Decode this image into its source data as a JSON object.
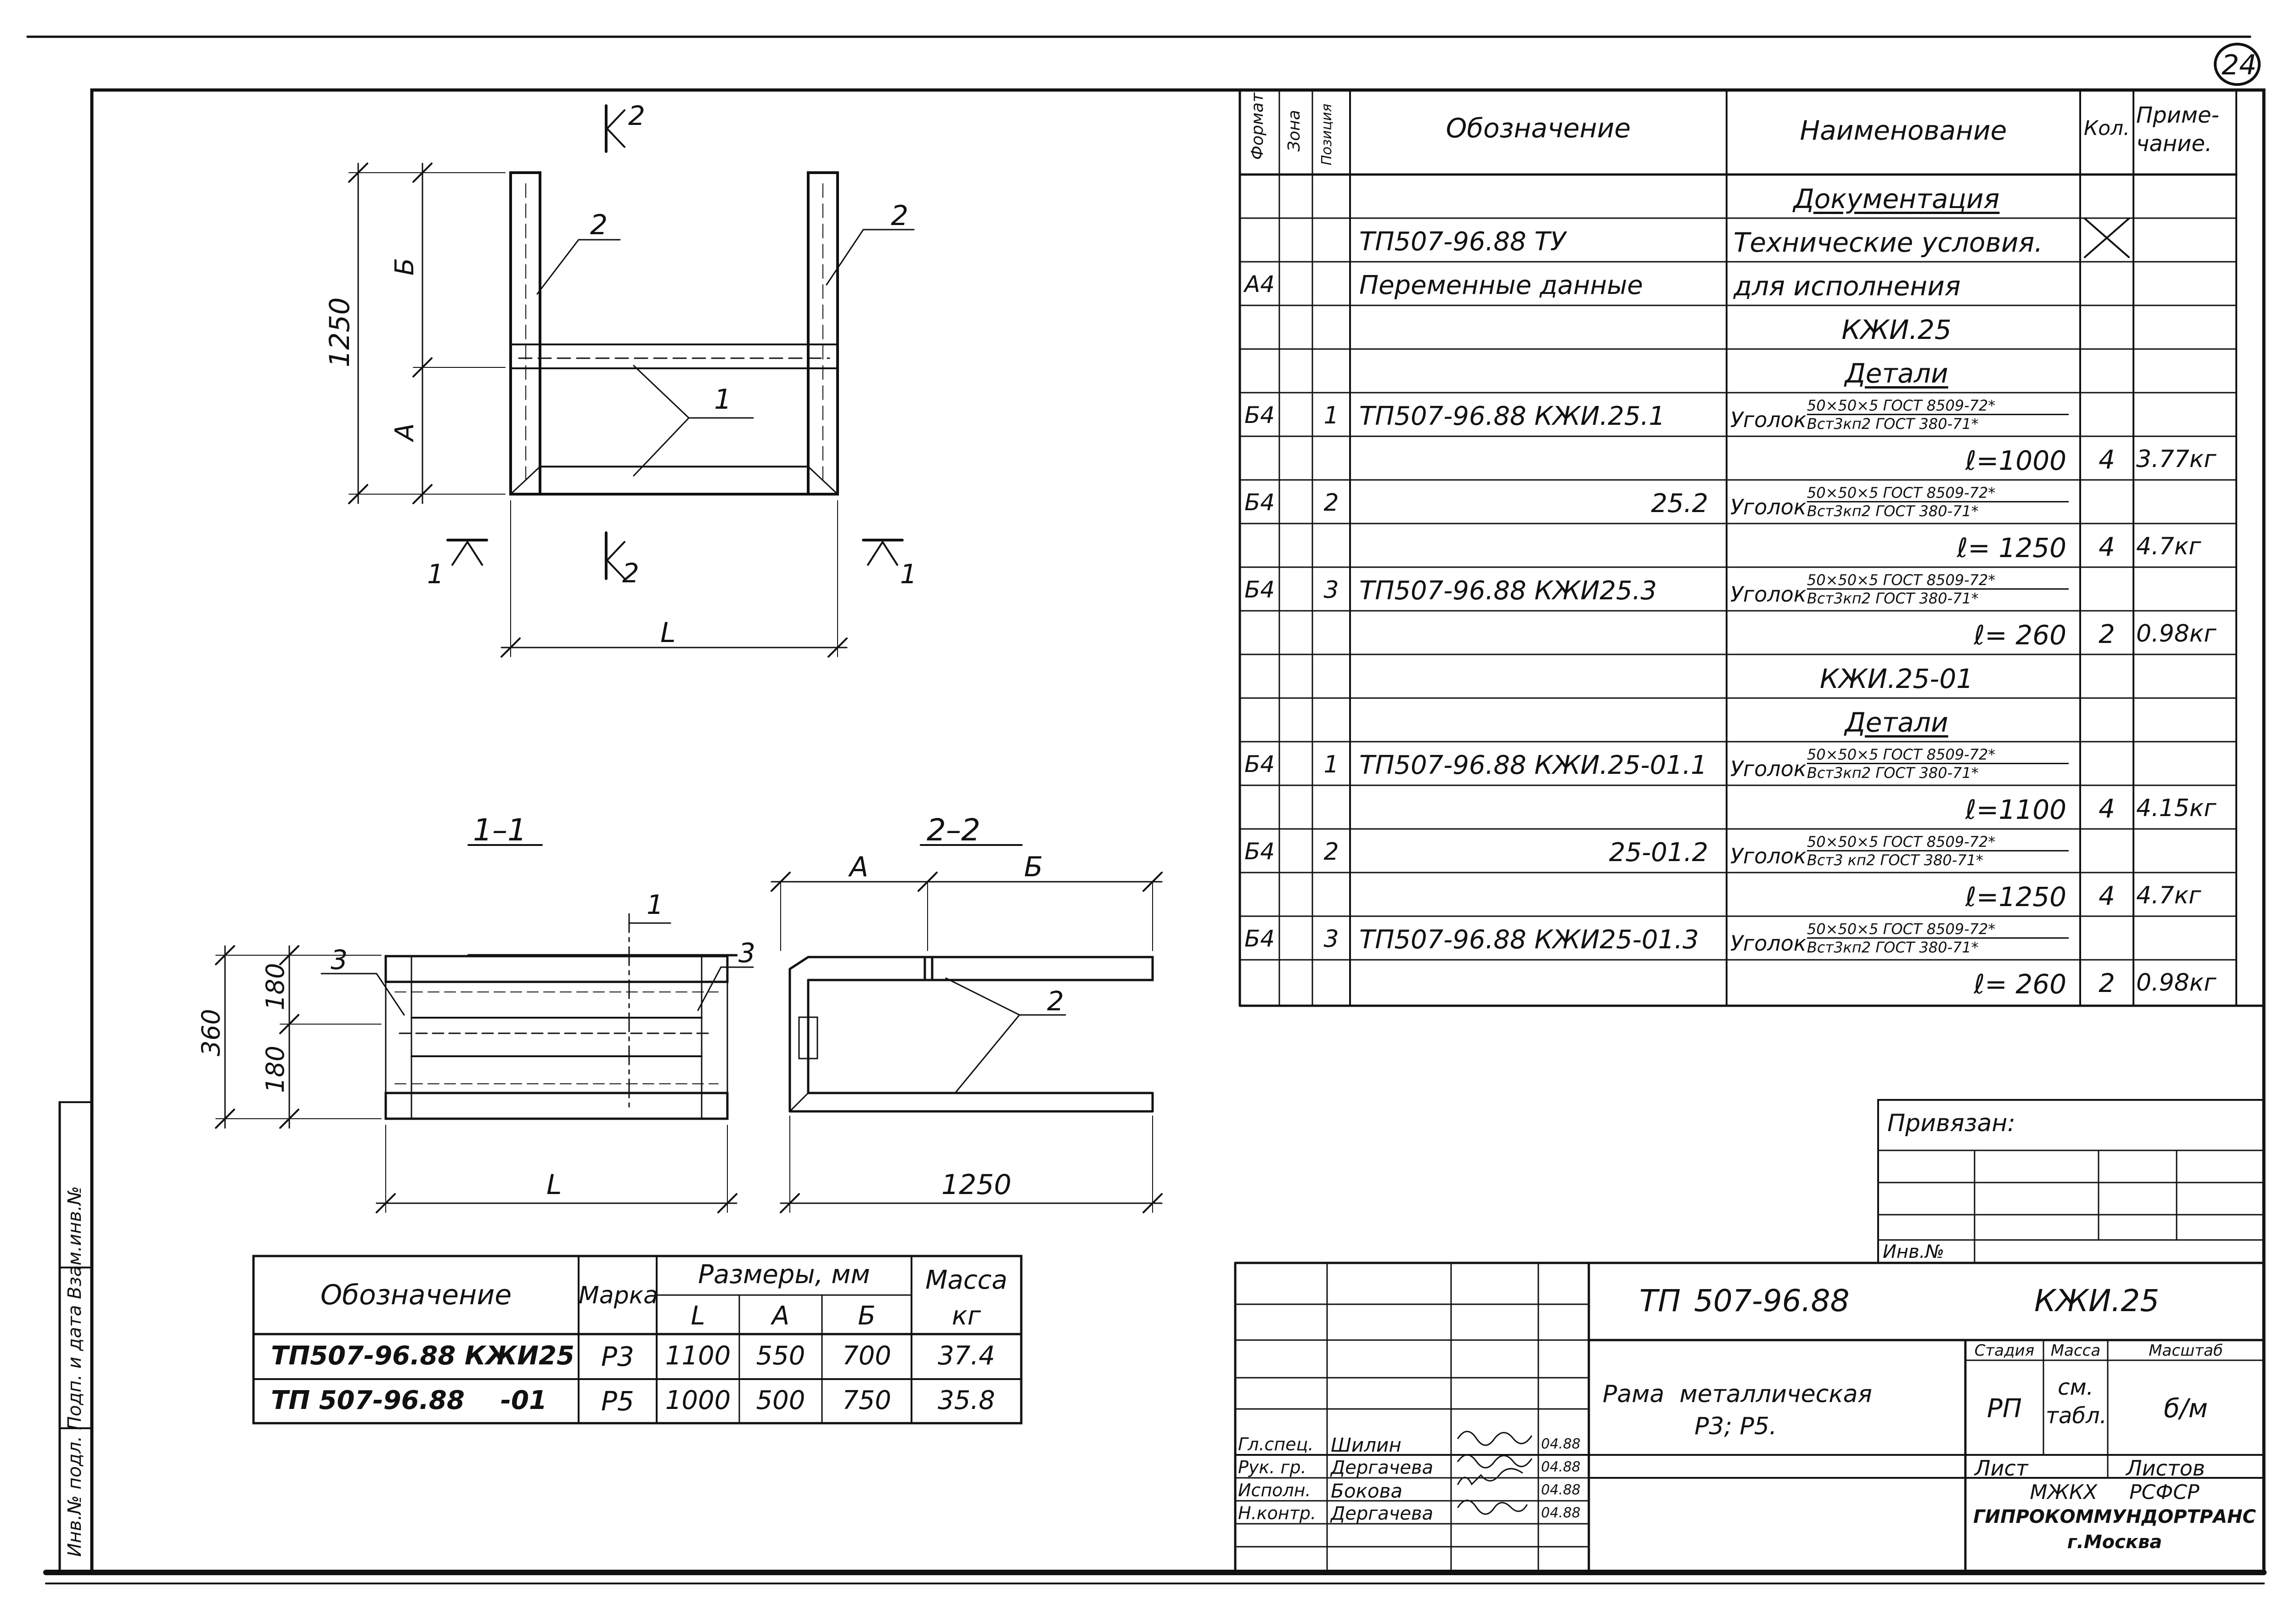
{
  "sheet": {
    "number": "24"
  },
  "drawing": {
    "dim_1250": "1250",
    "dim_B": "Б",
    "dim_A": "А",
    "dim_L": "L",
    "pos_2": "2",
    "pos_1": "1",
    "pos_3": "3",
    "sec_1": "1",
    "sec_2": "2",
    "section_11": "1–1",
    "section_22": "2–2",
    "dim_360": "360",
    "dim_180a": "180",
    "dim_180b": "180",
    "dim_A2": "А",
    "dim_B2": "Б",
    "dim_1250b": "1250",
    "dim_L2": "L"
  },
  "spec": {
    "headers": {
      "format": "Формат",
      "zone": "Зона",
      "position": "Позиция",
      "designation": "Обозначение",
      "name": "Наименование",
      "qty": "Кол.",
      "note": "Приме-чание."
    },
    "rows": [
      {
        "name": "Документация",
        "underline": true,
        "center": true
      },
      {
        "designation": "ТП507-96.88   ТУ",
        "name": "Технические условия.",
        "cross": true
      },
      {
        "format": "А4",
        "designation": "Переменные данные",
        "name": "для исполнения"
      },
      {
        "name": "КЖИ.25",
        "center": true
      },
      {
        "name": "Детали",
        "underline": true,
        "center": true
      },
      {
        "format": "Б4",
        "pos": "1",
        "designation": "ТП507-96.88 КЖИ.25.1",
        "angle": "Уголок",
        "num": "50×50×5 ГОСТ 8509-72*",
        "den": "Вст3кп2 ГОСТ 380-71*"
      },
      {
        "name": "ℓ=1000",
        "right": true,
        "qty": "4",
        "note": "3.77кг"
      },
      {
        "format": "Б4",
        "pos": "2",
        "designation": "25.2",
        "desig_right": true,
        "angle": "Уголок",
        "num": "50×50×5 ГОСТ 8509-72*",
        "den": "Вст3кп2 ГОСТ 380-71*"
      },
      {
        "name": "ℓ= 1250",
        "right": true,
        "qty": "4",
        "note": "4.7кг"
      },
      {
        "format": "Б4",
        "pos": "3",
        "designation": "ТП507-96.88 КЖИ25.3",
        "angle": "Уголок",
        "num": "50×50×5 ГОСТ 8509-72*",
        "den": "Вст3кп2 ГОСТ 380-71*"
      },
      {
        "name": "ℓ= 260",
        "right": true,
        "qty": "2",
        "note": "0.98кг"
      },
      {
        "name": "КЖИ.25-01",
        "center": true
      },
      {
        "name": "Детали",
        "underline": true,
        "center": true
      },
      {
        "format": "Б4",
        "pos": "1",
        "designation": "ТП507-96.88 КЖИ.25-01.1",
        "angle": "Уголок",
        "num": "50×50×5 ГОСТ 8509-72*",
        "den": "Вст3кп2 ГОСТ 380-71*"
      },
      {
        "name": "ℓ=1100",
        "right": true,
        "qty": "4",
        "note": "4.15кг"
      },
      {
        "format": "Б4",
        "pos": "2",
        "designation": "25-01.2",
        "desig_right": true,
        "angle": "Уголок",
        "num": "50×50×5 ГОСТ 8509-72*",
        "den": "Вст3 кп2 ГОСТ 380-71*"
      },
      {
        "name": "ℓ=1250",
        "right": true,
        "qty": "4",
        "note": "4.7кг"
      },
      {
        "format": "Б4",
        "pos": "3",
        "designation": "ТП507-96.88 КЖИ25-01.3",
        "angle": "Уголок",
        "num": "50×50×5 ГОСТ 8509-72*",
        "den": "Вст3кп2 ГОСТ 380-71*"
      },
      {
        "name": "ℓ= 260",
        "right": true,
        "qty": "2",
        "note": "0.98кг"
      }
    ]
  },
  "variants": {
    "headers": {
      "designation": "Обозначение",
      "mark": "Марка",
      "sizes": "Размеры, мм",
      "L": "L",
      "A": "А",
      "B": "Б",
      "mass": "Масса",
      "mass_unit": "кг"
    },
    "rows": [
      {
        "designation": "ТП507-96.88 КЖИ25",
        "mark": "Р3",
        "L": "1100",
        "A": "550",
        "B": "700",
        "mass": "37.4"
      },
      {
        "designation": "ТП 507-96.88    -01",
        "mark": "Р5",
        "L": "1000",
        "A": "500",
        "B": "750",
        "mass": "35.8"
      }
    ]
  },
  "bound": {
    "label": "Привязан:",
    "inv": "Инв.№"
  },
  "title_block": {
    "code": "ТП 507-96.88",
    "mark": "КЖИ.25",
    "name_line1": "Рама  металлическая",
    "name_line2": "Р3; Р5.",
    "stage_h": "Стадия",
    "mass_h": "Масса",
    "scale_h": "Масштаб",
    "stage": "РП",
    "mass": "см. табл.",
    "scale": "б/м",
    "sheet": "Лист",
    "sheets": "Листов",
    "org1": "МЖКХ     РСФСР",
    "org2": "ГИПРОКОММУНДОРТРАНС",
    "org3": "г.Москва",
    "staff": [
      {
        "role": "Гл.спец.",
        "name": "Шилин",
        "date": "04.88"
      },
      {
        "role": "Рук. гр.",
        "name": "Дергачева",
        "date": "04.88"
      },
      {
        "role": "Исполн.",
        "name": "Бокова",
        "date": "04.88"
      },
      {
        "role": "Н.контр.",
        "name": "Дергачева",
        "date": "04.88"
      }
    ]
  },
  "side_stamp": "Инв.№ подл.   Подп. и дата   Взам.инв.№"
}
